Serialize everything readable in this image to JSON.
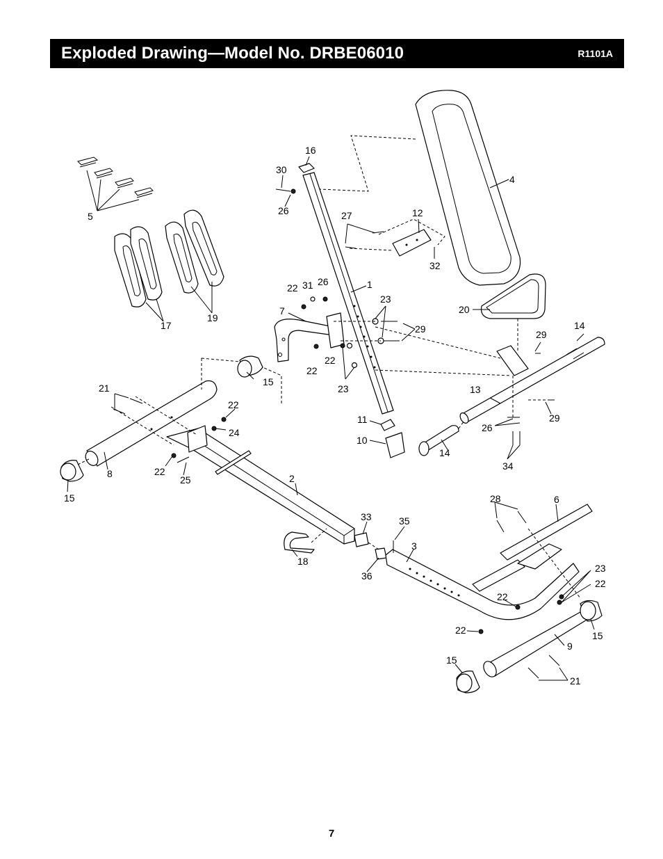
{
  "header": {
    "title": "Exploded Drawing—Model No. DRBE06010",
    "code": "R1101A"
  },
  "page_number": "7",
  "labels": [
    {
      "id": "l16",
      "text": "16"
    },
    {
      "id": "l30",
      "text": "30"
    },
    {
      "id": "l4",
      "text": "4"
    },
    {
      "id": "l26a",
      "text": "26"
    },
    {
      "id": "l5",
      "text": "5"
    },
    {
      "id": "l27",
      "text": "27"
    },
    {
      "id": "l12",
      "text": "12"
    },
    {
      "id": "l32",
      "text": "32"
    },
    {
      "id": "l22a",
      "text": "22"
    },
    {
      "id": "l31",
      "text": "31"
    },
    {
      "id": "l26b",
      "text": "26"
    },
    {
      "id": "l1",
      "text": "1"
    },
    {
      "id": "l23a",
      "text": "23"
    },
    {
      "id": "l20",
      "text": "20"
    },
    {
      "id": "l7",
      "text": "7"
    },
    {
      "id": "l17",
      "text": "17"
    },
    {
      "id": "l19",
      "text": "19"
    },
    {
      "id": "l29a",
      "text": "29"
    },
    {
      "id": "l14a",
      "text": "14"
    },
    {
      "id": "l29b",
      "text": "29"
    },
    {
      "id": "l22b",
      "text": "22"
    },
    {
      "id": "l22c",
      "text": "22"
    },
    {
      "id": "l15a",
      "text": "15"
    },
    {
      "id": "l21a",
      "text": "21"
    },
    {
      "id": "l23b",
      "text": "23"
    },
    {
      "id": "l13",
      "text": "13"
    },
    {
      "id": "l22d",
      "text": "22"
    },
    {
      "id": "l24",
      "text": "24"
    },
    {
      "id": "l11",
      "text": "11"
    },
    {
      "id": "l29c",
      "text": "29"
    },
    {
      "id": "l26c",
      "text": "26"
    },
    {
      "id": "l10",
      "text": "10"
    },
    {
      "id": "l14b",
      "text": "14"
    },
    {
      "id": "l8",
      "text": "8"
    },
    {
      "id": "l22e",
      "text": "22"
    },
    {
      "id": "l34",
      "text": "34"
    },
    {
      "id": "l25",
      "text": "25"
    },
    {
      "id": "l2",
      "text": "2"
    },
    {
      "id": "l15b",
      "text": "15"
    },
    {
      "id": "l28",
      "text": "28"
    },
    {
      "id": "l6",
      "text": "6"
    },
    {
      "id": "l33",
      "text": "33"
    },
    {
      "id": "l35",
      "text": "35"
    },
    {
      "id": "l3",
      "text": "3"
    },
    {
      "id": "l18",
      "text": "18"
    },
    {
      "id": "l36",
      "text": "36"
    },
    {
      "id": "l23c",
      "text": "23"
    },
    {
      "id": "l22f",
      "text": "22"
    },
    {
      "id": "l22g",
      "text": "22"
    },
    {
      "id": "l22h",
      "text": "22"
    },
    {
      "id": "l15c",
      "text": "15"
    },
    {
      "id": "l9",
      "text": "9"
    },
    {
      "id": "l15d",
      "text": "15"
    },
    {
      "id": "l21b",
      "text": "21"
    }
  ]
}
